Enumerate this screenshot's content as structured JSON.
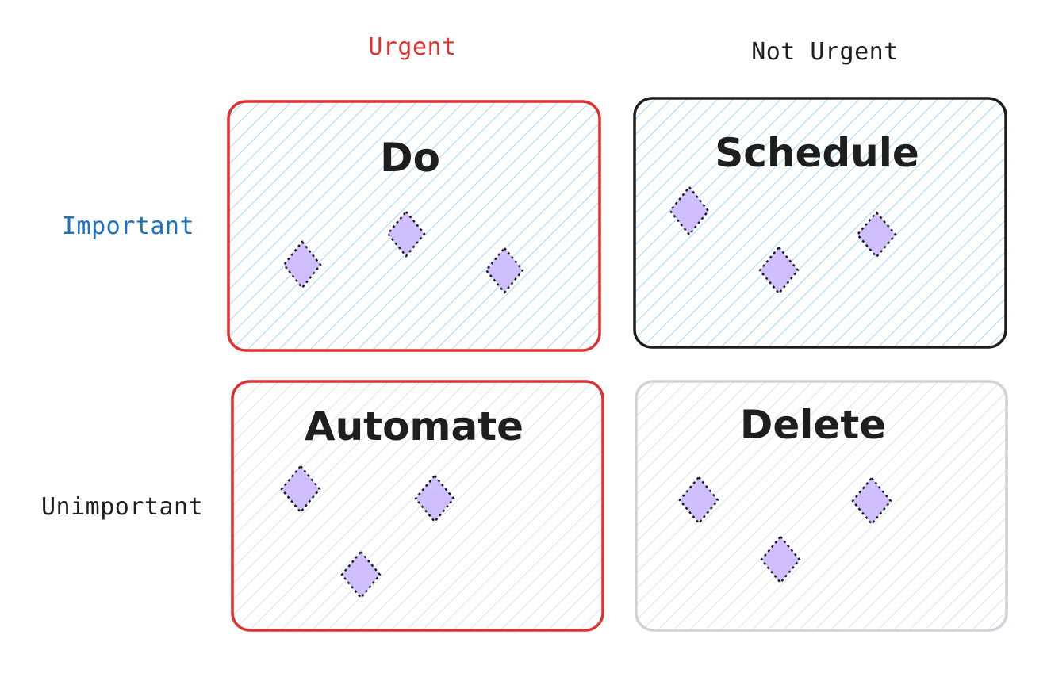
{
  "columns": {
    "urgent": {
      "label": "Urgent",
      "color": "#e03131"
    },
    "not_urgent": {
      "label": "Not Urgent",
      "color": "#1e1e1e"
    }
  },
  "rows": {
    "important": {
      "label": "Important",
      "color": "#1971c2"
    },
    "unimportant": {
      "label": "Unimportant",
      "color": "#1e1e1e"
    }
  },
  "quadrants": {
    "do": {
      "title": "Do",
      "border": "#e03131",
      "hatch": "#a5d8ff",
      "item_count": 3
    },
    "schedule": {
      "title": "Schedule",
      "border": "#1e1e1e",
      "hatch": "#a5d8ff",
      "item_count": 3
    },
    "automate": {
      "title": "Automate",
      "border": "#e03131",
      "hatch": "#dee2e6",
      "item_count": 3
    },
    "delete": {
      "title": "Delete",
      "border": "#ced4da",
      "hatch": "#dee2e6",
      "item_count": 3
    }
  },
  "item_style": {
    "fill": "#d0bfff",
    "stroke": "#1e1e1e"
  }
}
